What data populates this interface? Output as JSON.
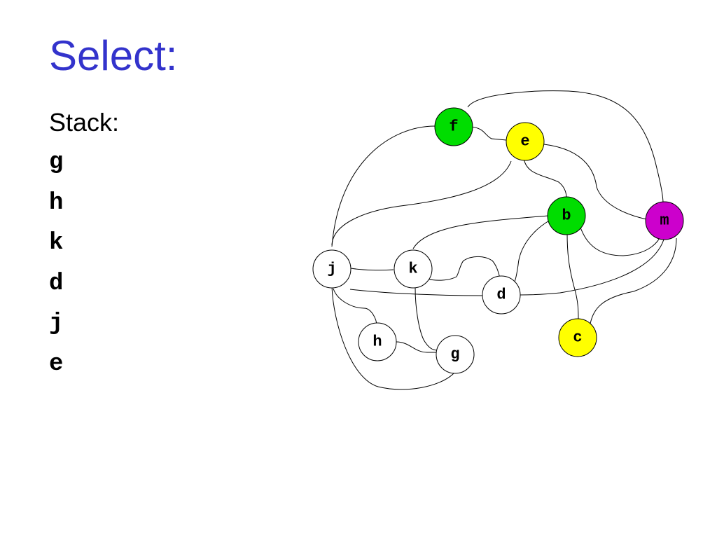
{
  "slide": {
    "title": "Select:",
    "stack_label": "Stack:",
    "stack": [
      "g",
      "h",
      "k",
      "d",
      "j",
      "e"
    ]
  },
  "graph": {
    "nodes": [
      {
        "id": "f",
        "label": "f",
        "color": "#00dd00"
      },
      {
        "id": "e",
        "label": "e",
        "color": "#ffff00"
      },
      {
        "id": "b",
        "label": "b",
        "color": "#00dd00"
      },
      {
        "id": "m",
        "label": "m",
        "color": "#cc00cc"
      },
      {
        "id": "j",
        "label": "j",
        "color": "#ffffff"
      },
      {
        "id": "k",
        "label": "k",
        "color": "#ffffff"
      },
      {
        "id": "d",
        "label": "d",
        "color": "#ffffff"
      },
      {
        "id": "c",
        "label": "c",
        "color": "#ffff00"
      },
      {
        "id": "h",
        "label": "h",
        "color": "#ffffff"
      },
      {
        "id": "g",
        "label": "g",
        "color": "#ffffff"
      }
    ],
    "edges": [
      [
        "f",
        "e"
      ],
      [
        "f",
        "m"
      ],
      [
        "f",
        "j"
      ],
      [
        "e",
        "j"
      ],
      [
        "e",
        "b"
      ],
      [
        "e",
        "m"
      ],
      [
        "b",
        "m"
      ],
      [
        "b",
        "k"
      ],
      [
        "b",
        "d"
      ],
      [
        "b",
        "c"
      ],
      [
        "m",
        "d"
      ],
      [
        "m",
        "c"
      ],
      [
        "j",
        "k"
      ],
      [
        "j",
        "h"
      ],
      [
        "j",
        "g"
      ],
      [
        "k",
        "d"
      ],
      [
        "k",
        "g"
      ],
      [
        "h",
        "g"
      ]
    ]
  }
}
